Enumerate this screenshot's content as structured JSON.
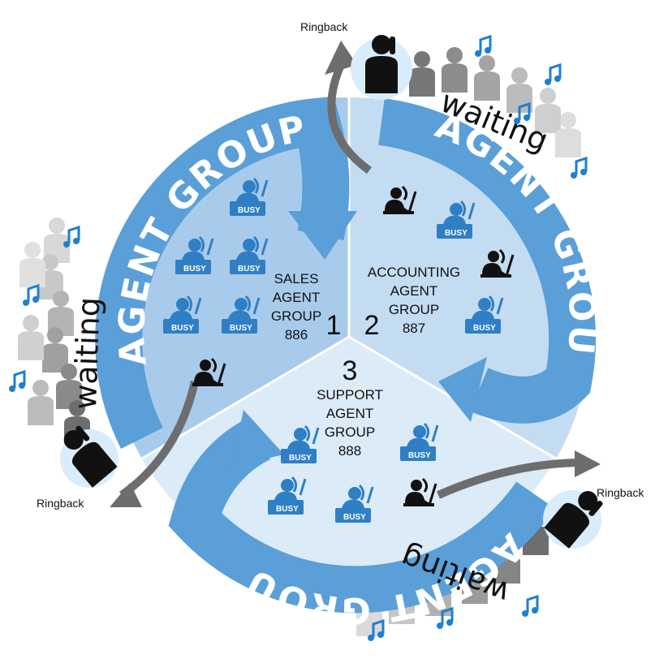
{
  "colors": {
    "arrow_blue": "#5b9fd8",
    "segment_sales": "#a9cbeb",
    "segment_accounting": "#c4dcf2",
    "segment_support": "#dcebf8",
    "busy_blue": "#2f7fc6",
    "note_blue": "#1e7fd0",
    "crowd_gray": "#9a9a9a"
  },
  "arc_label": "AGENT GROUP",
  "waiting_label": "waiting",
  "ringback_label": "Ringback",
  "busy_label": "BUSY",
  "groups": [
    {
      "number": "1",
      "line1": "SALES",
      "line2": "AGENT",
      "line3": "GROUP",
      "ext": "886",
      "agents_busy": 5,
      "agents_free": 1
    },
    {
      "number": "2",
      "line1": "ACCOUNTING",
      "line2": "AGENT",
      "line3": "GROUP",
      "ext": "887",
      "agents_busy": 2,
      "agents_free": 2
    },
    {
      "number": "3",
      "line1": "SUPPORT",
      "line2": "AGENT",
      "line3": "GROUP",
      "ext": "888",
      "agents_busy": 4,
      "agents_free": 1
    }
  ],
  "icons": [
    "agent-busy-icon",
    "agent-free-icon",
    "caller-icon",
    "music-note-icon",
    "crowd-icon"
  ]
}
